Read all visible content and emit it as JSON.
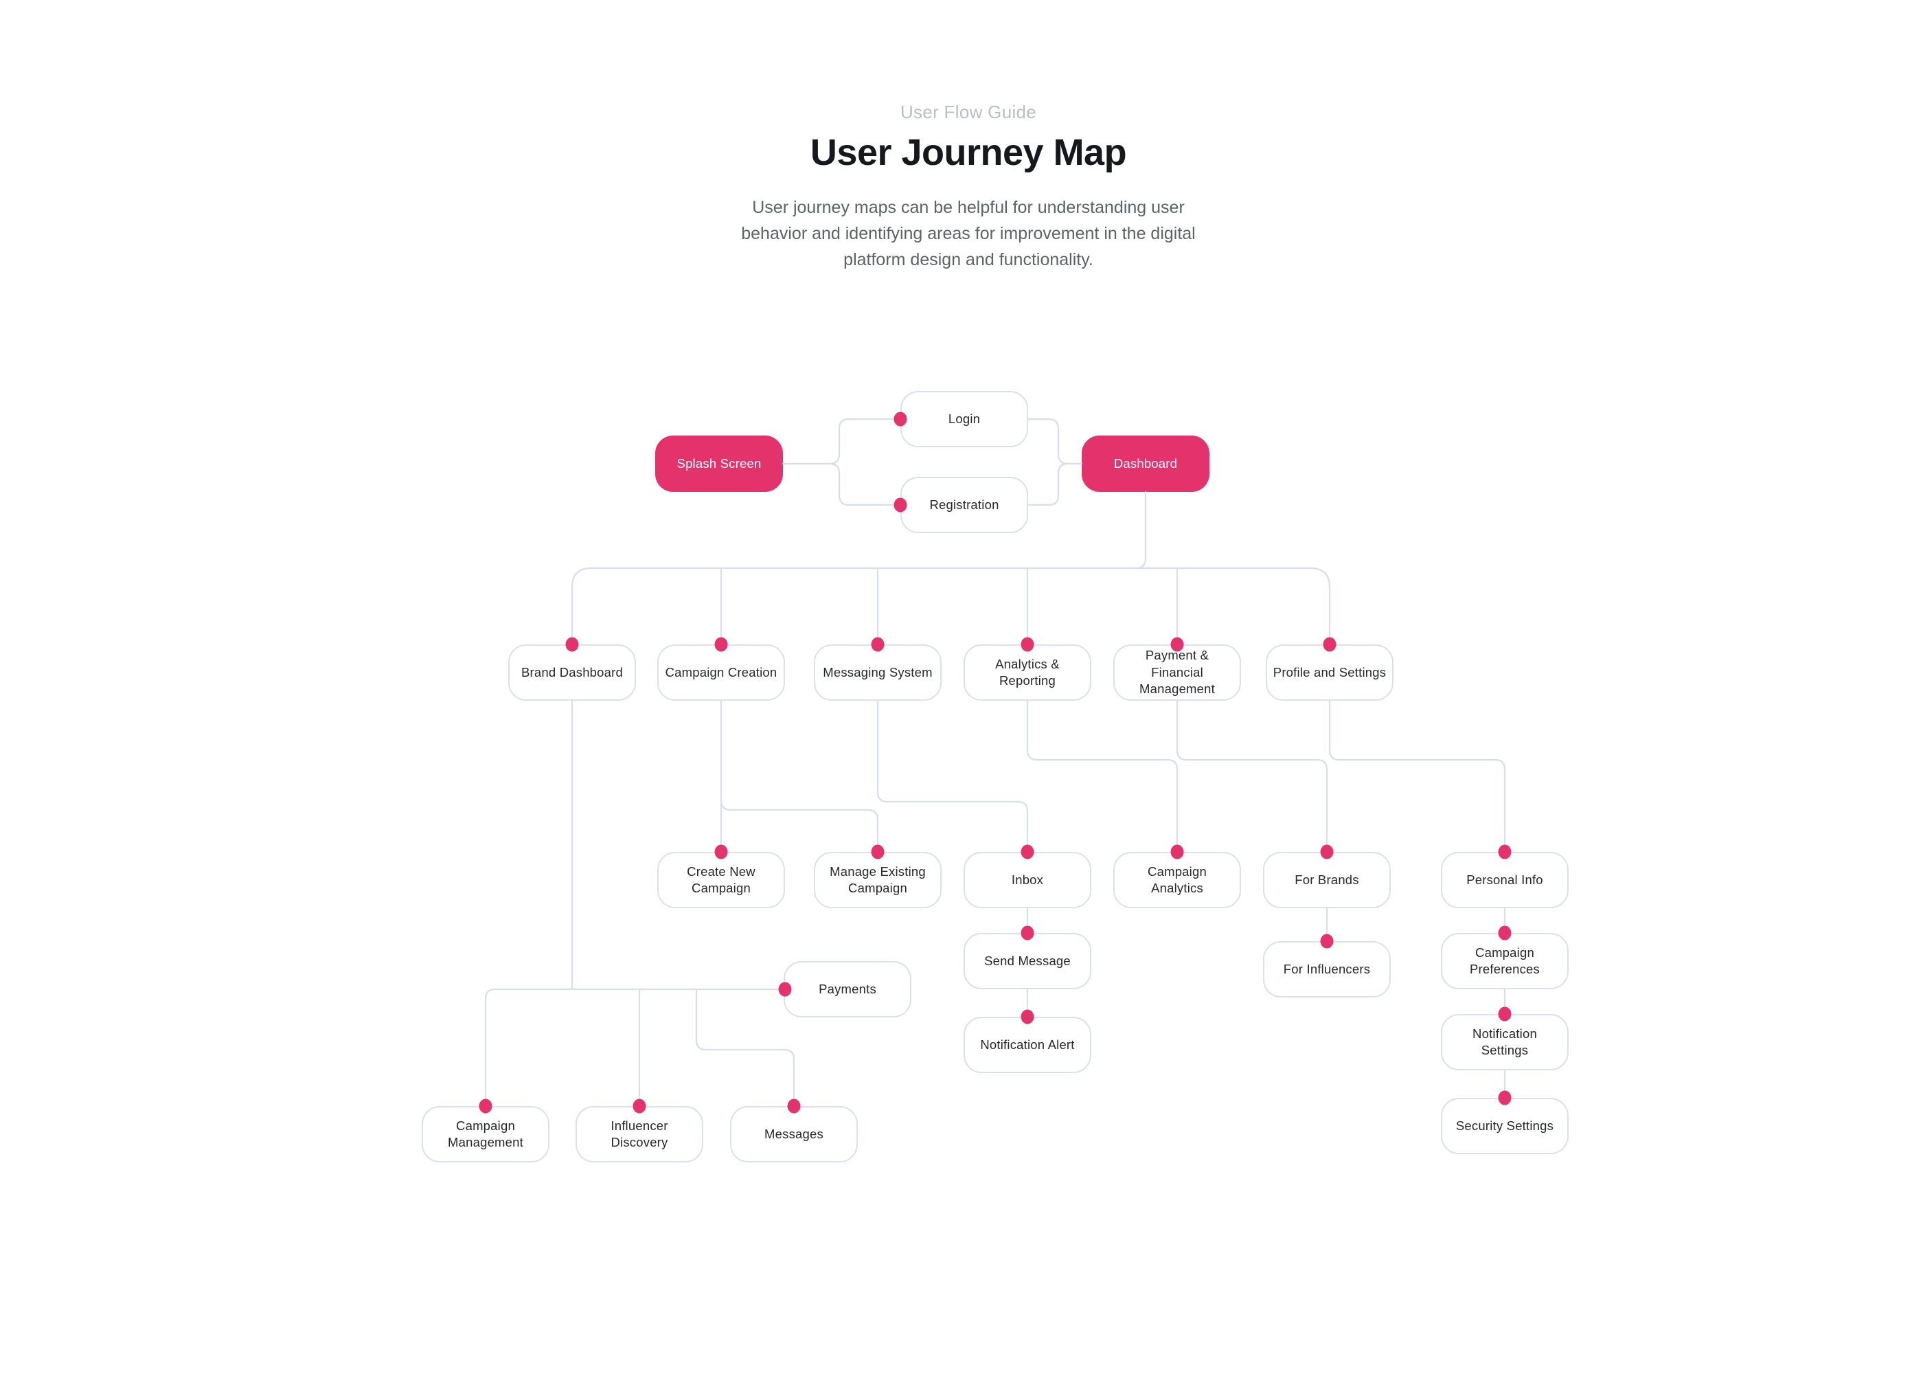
{
  "header": {
    "eyebrow": "User Flow Guide",
    "title": "User Journey Map",
    "description": "User journey maps can be helpful for understanding user behavior and identifying areas for improvement in the digital platform design and functionality."
  },
  "colors": {
    "accent": "#e4326c",
    "connector_line": "#d8ddf0",
    "node_border": "#dcdff2",
    "node_text": "#26282e",
    "title_text": "#16181d",
    "eyebrow_text": "#b9bdc4",
    "description_text": "#5d6269",
    "background": "#ffffff"
  },
  "diagram": {
    "nodes": [
      {
        "id": "splash-screen",
        "label": "Splash Screen",
        "variant": "accent"
      },
      {
        "id": "login",
        "label": "Login",
        "variant": "default"
      },
      {
        "id": "registration",
        "label": "Registration",
        "variant": "default"
      },
      {
        "id": "dashboard",
        "label": "Dashboard",
        "variant": "accent"
      },
      {
        "id": "brand-dashboard",
        "label": "Brand Dashboard",
        "variant": "default"
      },
      {
        "id": "campaign-creation",
        "label": "Campaign Creation",
        "variant": "default"
      },
      {
        "id": "messaging-system",
        "label": "Messaging System",
        "variant": "default"
      },
      {
        "id": "analytics-reporting",
        "label": "Analytics &\nReporting",
        "variant": "default"
      },
      {
        "id": "payment-financial-management",
        "label": "Payment & Financial\nManagement",
        "variant": "default"
      },
      {
        "id": "profile-and-settings",
        "label": "Profile and Settings",
        "variant": "default"
      },
      {
        "id": "create-new-campaign",
        "label": "Create New\nCampaign",
        "variant": "default"
      },
      {
        "id": "manage-existing-campaign",
        "label": "Manage Existing\nCampaign",
        "variant": "default"
      },
      {
        "id": "inbox",
        "label": "Inbox",
        "variant": "default"
      },
      {
        "id": "campaign-analytics",
        "label": "Campaign\nAnalytics",
        "variant": "default"
      },
      {
        "id": "for-brands",
        "label": "For Brands",
        "variant": "default"
      },
      {
        "id": "personal-info",
        "label": "Personal Info",
        "variant": "default"
      },
      {
        "id": "send-message",
        "label": "Send Message",
        "variant": "default"
      },
      {
        "id": "notification-alert",
        "label": "Notification Alert",
        "variant": "default"
      },
      {
        "id": "for-influencers",
        "label": "For Influencers",
        "variant": "default"
      },
      {
        "id": "campaign-preferences",
        "label": "Campaign\nPreferences",
        "variant": "default"
      },
      {
        "id": "notification-settings",
        "label": "Notification\nSettings",
        "variant": "default"
      },
      {
        "id": "security-settings",
        "label": "Security Settings",
        "variant": "default"
      },
      {
        "id": "payments",
        "label": "Payments",
        "variant": "default"
      },
      {
        "id": "campaign-management",
        "label": "Campaign\nManagement",
        "variant": "default"
      },
      {
        "id": "influencer-discovery",
        "label": "Influencer\nDiscovery",
        "variant": "default"
      },
      {
        "id": "messages",
        "label": "Messages",
        "variant": "default"
      }
    ]
  }
}
